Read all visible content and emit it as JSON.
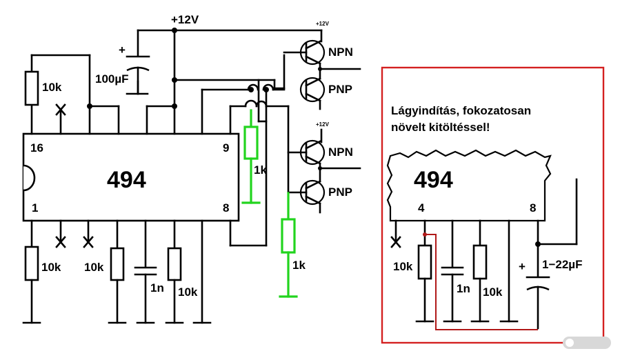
{
  "supply": {
    "main": "+12V",
    "small": "+12V"
  },
  "chip": {
    "name": "494",
    "pin16": "16",
    "pin1": "1",
    "pin9": "9",
    "pin8": "8"
  },
  "labels": {
    "r_top": "10k",
    "cap_top": "100µF",
    "r_bottom1": "10k",
    "r_bottom2": "10k",
    "cap_1n": "1n",
    "r_bottom3": "10k",
    "r_green1": "1k",
    "r_green2": "1k",
    "plus": "+"
  },
  "transistors": {
    "t1": "NPN",
    "t2": "PNP",
    "t3": "NPN",
    "t4": "PNP"
  },
  "inset": {
    "note_line1": "Lágyindítás, fokozatosan",
    "note_line2": "növelt kitöltéssel!",
    "chip": "494",
    "pin4": "4",
    "pin8": "8",
    "r1": "10k",
    "cap": "1n",
    "r2": "10k",
    "elcap": "1−22µF",
    "plus": "+"
  },
  "colors": {
    "wire": "#000000",
    "feedback": "#22d41e",
    "frame": "#d42020",
    "soft_start": "#b01818"
  }
}
